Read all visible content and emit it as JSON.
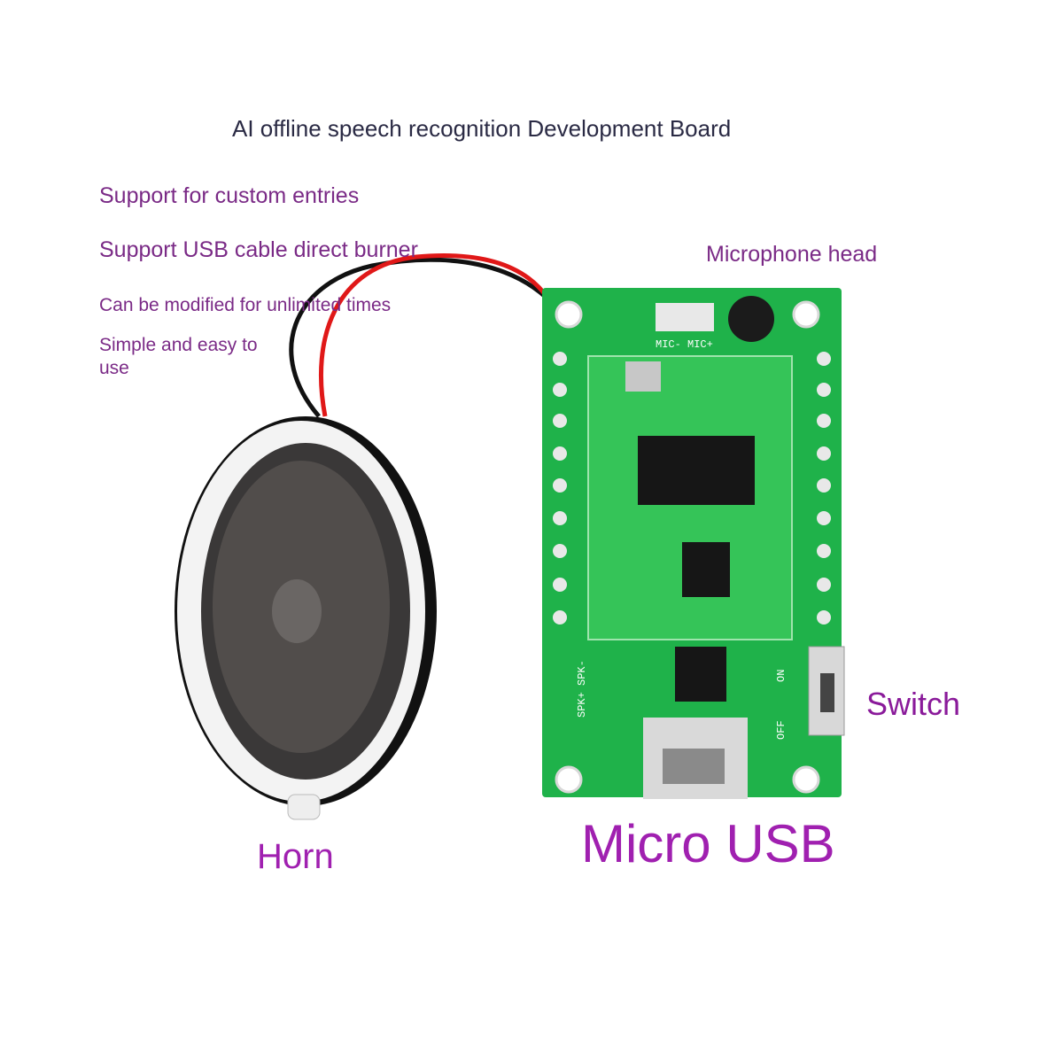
{
  "title": "AI offline speech recognition Development Board",
  "features": [
    "Support for custom entries",
    "Support USB cable direct burner",
    "Can be modified for unlimited times",
    "Simple and easy to use"
  ],
  "labels": {
    "microphone": "Microphone head",
    "switch": "Switch",
    "usb": "Micro USB",
    "horn": "Horn"
  },
  "silkscreen": {
    "mic_pins": "MIC- MIC+",
    "spk_pins": "SPK+ SPK-",
    "switch_on": "ON",
    "switch_off": "OFF"
  },
  "colors": {
    "pcb_green": "#1fb24a",
    "text_purple": "#7a2a86",
    "label_magenta": "#a020b0"
  }
}
